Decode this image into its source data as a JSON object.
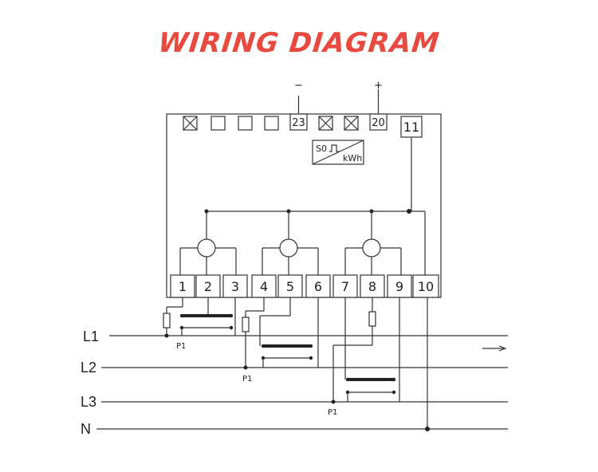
{
  "title": "WIRING DIAGRAM",
  "top_terminals": [
    "23",
    "20",
    "11"
  ],
  "polarity": {
    "minus": "−",
    "plus": "+"
  },
  "pulse_label": {
    "s0": "S0",
    "unit": "kWh"
  },
  "bottom_terminals": [
    "1",
    "2",
    "3",
    "4",
    "5",
    "6",
    "7",
    "8",
    "9",
    "10"
  ],
  "lines": [
    "L1",
    "L2",
    "L3",
    "N"
  ],
  "p1_labels": [
    "P1",
    "P1",
    "P1"
  ]
}
